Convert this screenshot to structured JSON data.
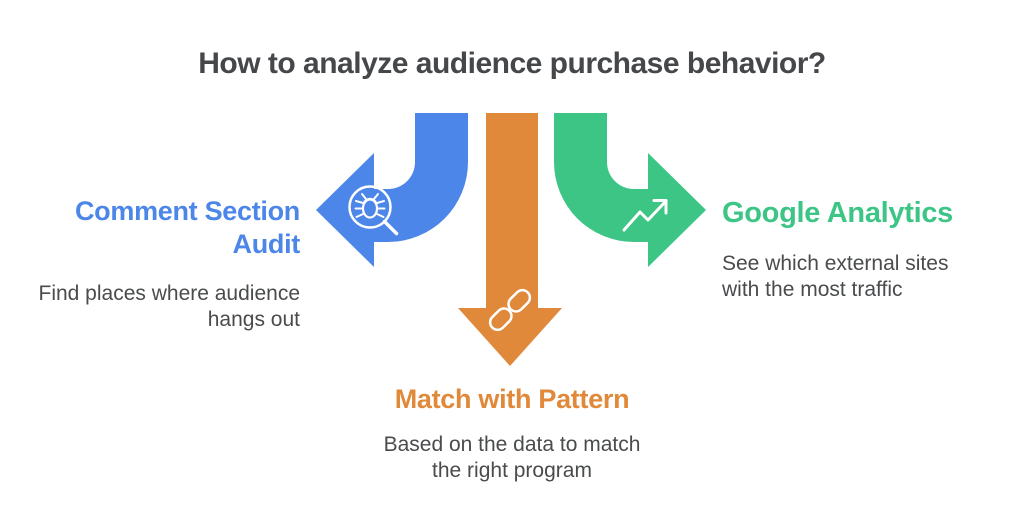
{
  "title": "How to analyze audience purchase behavior?",
  "colors": {
    "title_text": "#45474A",
    "body_text": "#494B4D",
    "blue": "#4C86E8",
    "orange": "#E0893B",
    "green": "#3DC586",
    "icon_stroke": "#FFFFFF",
    "background": "#FFFFFF"
  },
  "steps": [
    {
      "id": "comment-section-audit",
      "direction": "left",
      "icon": "bug-magnifier-icon",
      "color": "#4C86E8",
      "title_lines": [
        "Comment Section",
        "Audit"
      ],
      "desc_lines": [
        "Find places where audience",
        "hangs out"
      ]
    },
    {
      "id": "match-with-pattern",
      "direction": "down",
      "icon": "chain-link-icon",
      "color": "#E0893B",
      "title_lines": [
        "Match with Pattern"
      ],
      "desc_lines": [
        "Based on the data to match",
        "the right program"
      ]
    },
    {
      "id": "google-analytics",
      "direction": "right",
      "icon": "trend-up-icon",
      "color": "#3DC586",
      "title_lines": [
        "Google Analytics"
      ],
      "desc_lines": [
        "See which external sites",
        "with the most traffic"
      ]
    }
  ]
}
